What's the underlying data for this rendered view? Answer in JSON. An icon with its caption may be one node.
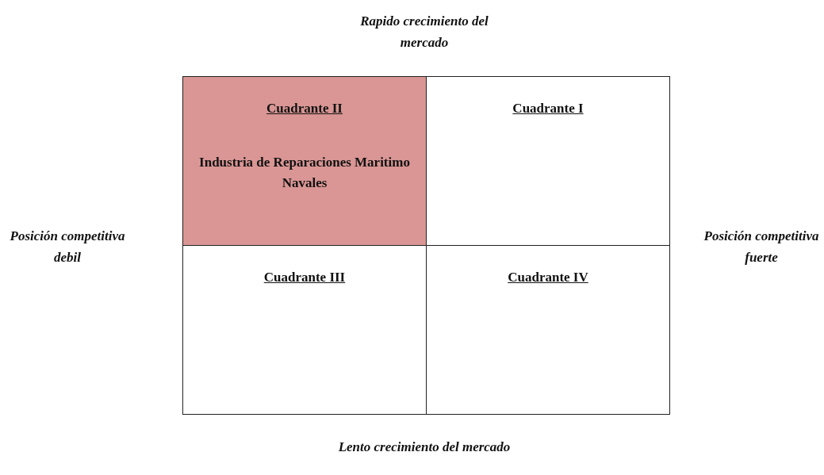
{
  "diagram": {
    "nodes": [
      {
        "text": [
          "Cuadrante II",
          "Industria de Reparaciones Maritimo Navales"
        ]
      },
      {
        "text": [
          "Cuadrante I"
        ]
      },
      {
        "text": [
          "Cuadrante III"
        ]
      },
      {
        "text": [
          "Cuadrante IV"
        ]
      }
    ],
    "labels": [
      "Rapido crecimiento del mercado",
      "Posición competitiva debil",
      "Posición competitiva fuerte",
      "Lento crecimiento del mercado"
    ]
  }
}
